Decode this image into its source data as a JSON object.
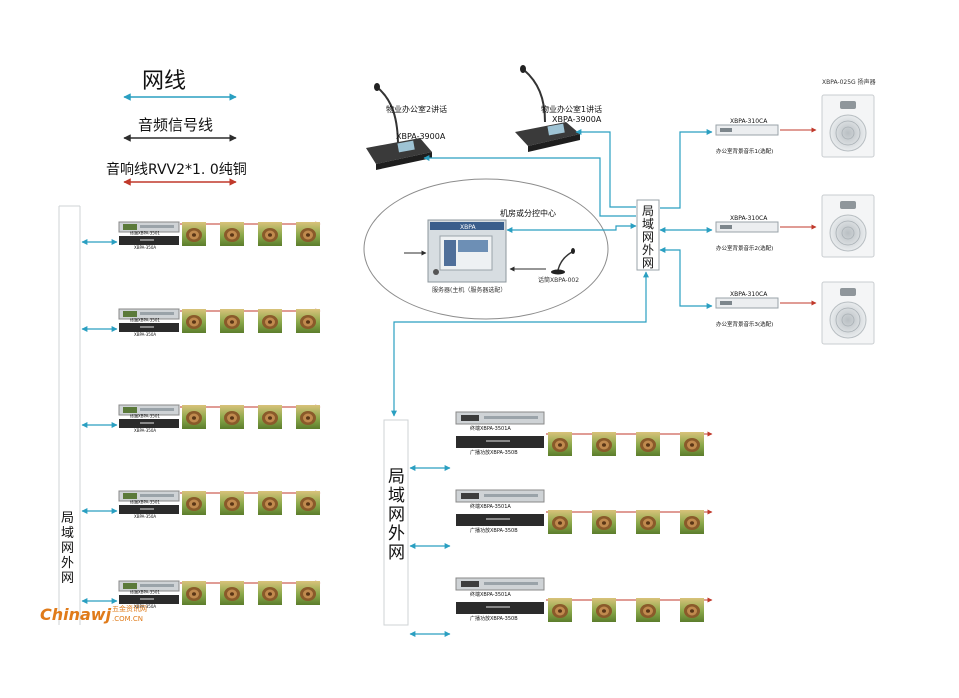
{
  "legend": {
    "network_label": "网线",
    "audio_label": "音频信号线",
    "speaker_label": "音响线RVV2*1. 0纯铜"
  },
  "colors": {
    "network_line": "#2a9fc1",
    "audio_line": "#2d2d2d",
    "speaker_line": "#c0392b",
    "device_dark": "#2b2b2b",
    "device_light": "#cfd3d6"
  },
  "paging_stations": [
    {
      "caption": "物业办公室2讲话",
      "model": "XBPA-3900A"
    },
    {
      "caption": "物业办公室1讲话",
      "model": "XBPA-3900A"
    }
  ],
  "control_center": {
    "title": "机房或分控中心",
    "brand": "XBPA",
    "server_caption": "服务器(主机（服务器选配）",
    "mic_caption": "话筒XBPA-002"
  },
  "switch_label_top": "局域网外网",
  "switch_label_center": "局域网外网",
  "switch_label_left": "局域网外网",
  "office_amps": [
    {
      "model": "XBPA-310CA",
      "caption": "办公室背景音乐1(选配)"
    },
    {
      "model": "XBPA-310CA",
      "caption": "办公室背景音乐2(选配)"
    },
    {
      "model": "XBPA-310CA",
      "caption": "办公室背景音乐3(选配)"
    }
  ],
  "office_speaker_caption": "XBPA-025G 扬声器",
  "left_groups": [
    {
      "terminal": "终端XBPA-3501",
      "amp": "XBPA-350A"
    },
    {
      "terminal": "终端XBPA-3501",
      "amp": "XBPA-350A"
    },
    {
      "terminal": "终端XBPA-3501",
      "amp": "XBPA-350A"
    },
    {
      "terminal": "终端XBPA-3501",
      "amp": "XBPA-350A"
    },
    {
      "terminal": "终端XBPA-3501",
      "amp": "XBPA-350A"
    }
  ],
  "right_groups": [
    {
      "terminal": "终端XBPA-3501A",
      "amp": "广播功放XBPA-350B"
    },
    {
      "terminal": "终端XBPA-3501A",
      "amp": "广播功放XBPA-350B"
    },
    {
      "terminal": "终端XBPA-3501A",
      "amp": "广播功放XBPA-350B"
    }
  ],
  "watermark": {
    "logo_text": "Chinawj",
    "sub_cn": "五金资讯网",
    "sub_url": ".COM.CN"
  }
}
